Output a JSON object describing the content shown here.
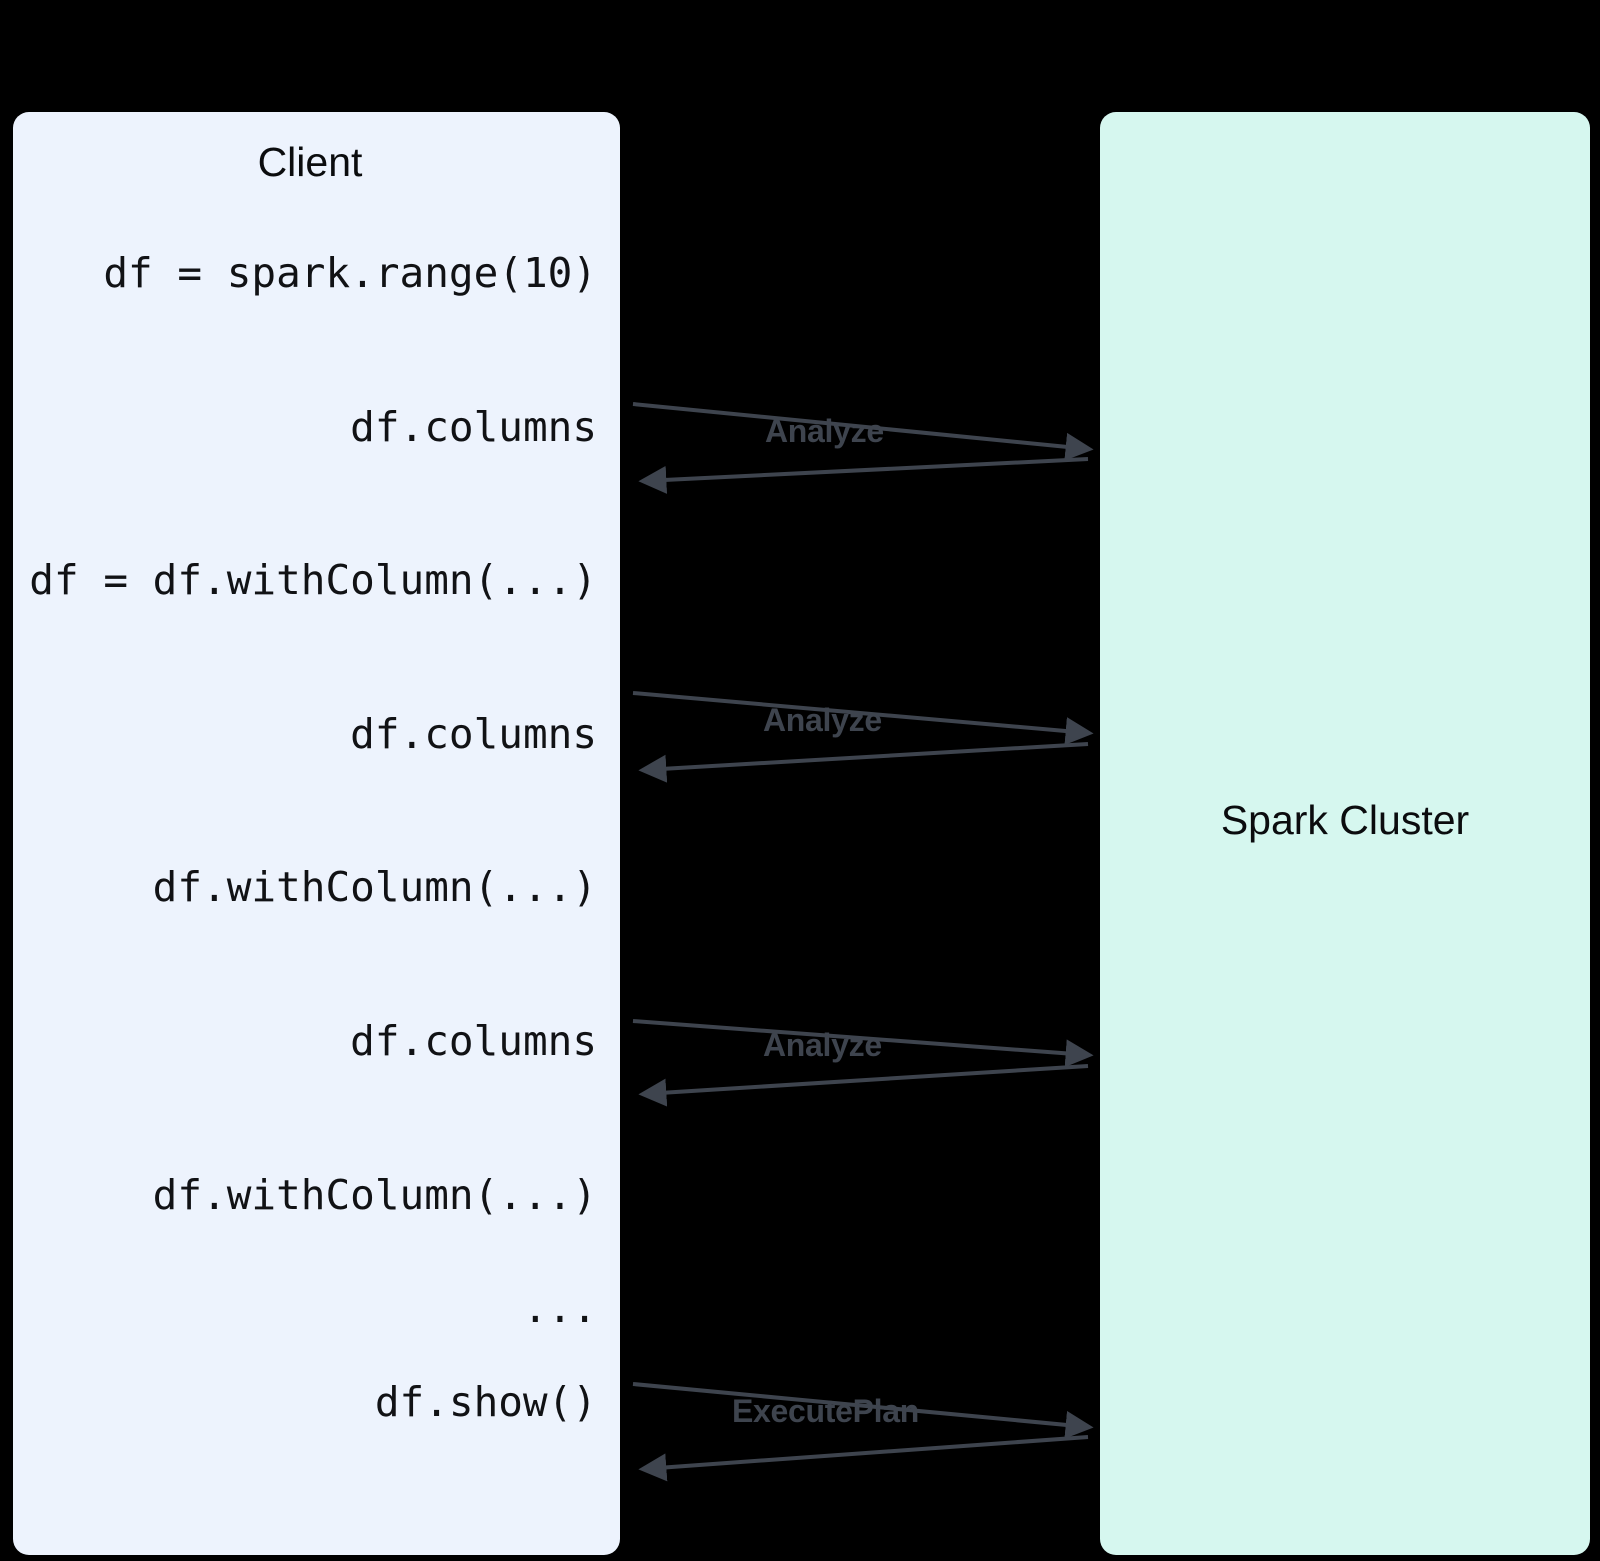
{
  "diagram": {
    "title_client": "Client",
    "title_cluster": "Spark Cluster",
    "colors": {
      "background": "#000000",
      "client_panel": "#edf3fd",
      "cluster_panel": "#d6f7ef",
      "arrow": "#3e444e",
      "label_text": "#3e444e",
      "code_text": "#111215"
    }
  },
  "client": {
    "code_lines": [
      {
        "text": "df = spark.range(10)"
      },
      {
        "text": "df.columns"
      },
      {
        "text": "df = df.withColumn(...)"
      },
      {
        "text": "df.columns"
      },
      {
        "text": "df.withColumn(...)"
      },
      {
        "text": "df.columns"
      },
      {
        "text": "df.withColumn(...)"
      },
      {
        "text": "..."
      },
      {
        "text": "df.show()"
      }
    ]
  },
  "messages": [
    {
      "label": "Analyze"
    },
    {
      "label": "Analyze"
    },
    {
      "label": "Analyze"
    },
    {
      "label": "ExecutePlan"
    }
  ]
}
